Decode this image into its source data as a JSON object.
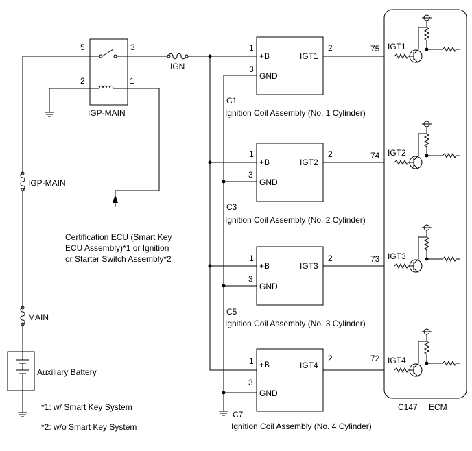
{
  "diagram": {
    "igp_relay": {
      "name": "IGP-MAIN",
      "pins": {
        "p5": "5",
        "p3": "3",
        "p2": "2",
        "p1": "1"
      }
    },
    "fuses": {
      "ign": "IGN",
      "igp_main": "IGP-MAIN",
      "main": "MAIN"
    },
    "battery_label": "Auxiliary Battery",
    "cert_ecu_note": [
      "Certification ECU (Smart Key",
      "ECU Assembly)*1 or Ignition",
      "or Starter Switch Assembly*2"
    ],
    "footnotes": [
      "*1: w/ Smart Key System",
      "*2: w/o Smart Key System"
    ],
    "coils": [
      {
        "connector": "C1",
        "title": "Ignition Coil Assembly (No. 1 Cylinder)",
        "pin_b_num": "1",
        "pin_b": "+B",
        "pin_gnd_num": "3",
        "pin_gnd": "GND",
        "pin_igt_num": "2",
        "pin_igt": "IGT1",
        "ecu_pin": "75",
        "ecu_signal": "IGT1"
      },
      {
        "connector": "C3",
        "title": "Ignition Coil Assembly (No. 2 Cylinder)",
        "pin_b_num": "1",
        "pin_b": "+B",
        "pin_gnd_num": "3",
        "pin_gnd": "GND",
        "pin_igt_num": "2",
        "pin_igt": "IGT2",
        "ecu_pin": "74",
        "ecu_signal": "IGT2"
      },
      {
        "connector": "C5",
        "title": "Ignition Coil Assembly (No. 3 Cylinder)",
        "pin_b_num": "1",
        "pin_b": "+B",
        "pin_gnd_num": "3",
        "pin_gnd": "GND",
        "pin_igt_num": "2",
        "pin_igt": "IGT3",
        "ecu_pin": "73",
        "ecu_signal": "IGT3"
      },
      {
        "connector": "C7",
        "title": "Ignition Coil Assembly (No. 4 Cylinder)",
        "pin_b_num": "1",
        "pin_b": "+B",
        "pin_gnd_num": "3",
        "pin_gnd": "GND",
        "pin_igt_num": "2",
        "pin_igt": "IGT4",
        "ecu_pin": "72",
        "ecu_signal": "IGT4"
      }
    ],
    "ecu": {
      "connector": "C147",
      "name": "ECM"
    }
  }
}
